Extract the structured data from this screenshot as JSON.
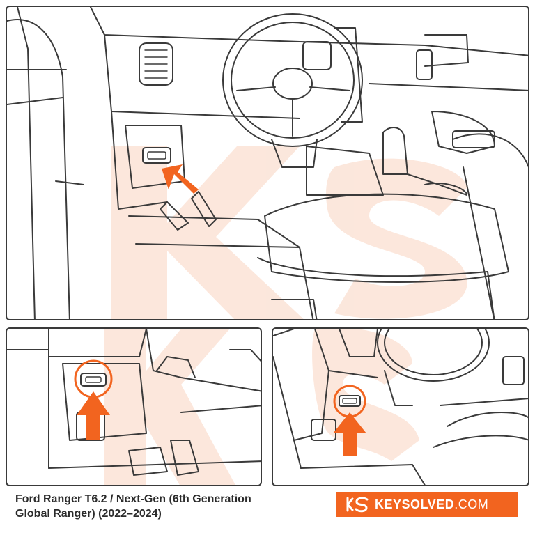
{
  "caption": {
    "line1": "Ford Ranger T6.2 / Next-Gen (6th Generation",
    "line2": "Global Ranger) (2022–2024)"
  },
  "brand": {
    "name": "KEYSOLVED",
    "tld": ".COM",
    "logo_icon": "ks-logo-icon",
    "color": "#f2641f"
  },
  "illustration": {
    "highlight_color": "#f2641f",
    "line_color": "#3a3a3a",
    "watermark_color": "#fbe3d6",
    "panels": [
      "main-interior-view",
      "close-up-left",
      "close-up-right"
    ],
    "marker_icon": "arrow-up-icon",
    "port_icon": "obd-port-icon"
  }
}
